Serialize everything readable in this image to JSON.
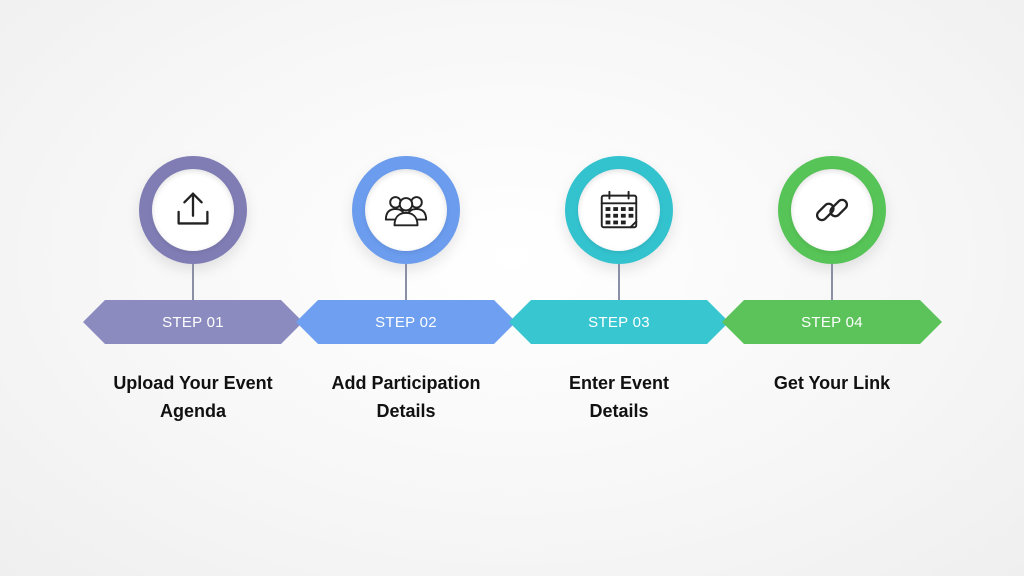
{
  "steps": [
    {
      "label": "STEP 01",
      "title_lines": [
        "Upload Your Event",
        "Agenda"
      ],
      "color": "#8b8bbf",
      "ring_color": "#7f7db4",
      "icon": "upload-icon"
    },
    {
      "label": "STEP 02",
      "title_lines": [
        "Add Participation",
        "Details"
      ],
      "color": "#6e9ff0",
      "ring_color": "#6b9cee",
      "icon": "people-group-icon"
    },
    {
      "label": "STEP 03",
      "title_lines": [
        "Enter Event",
        "Details"
      ],
      "color": "#38c6d0",
      "ring_color": "#33c3cf",
      "icon": "calendar-icon"
    },
    {
      "label": "STEP 04",
      "title_lines": [
        "Get Your Link"
      ],
      "color": "#5cc35b",
      "ring_color": "#57c457",
      "icon": "link-icon"
    }
  ]
}
